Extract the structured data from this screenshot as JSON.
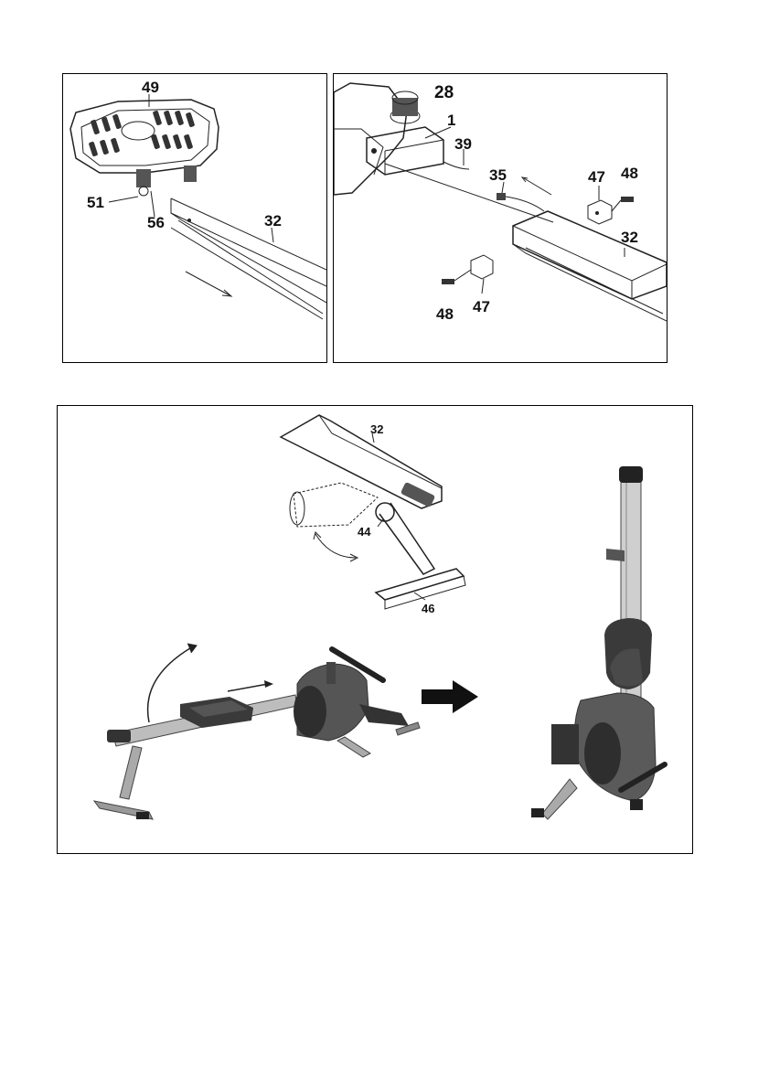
{
  "panel_a": {
    "callouts": {
      "seat": "49",
      "bolt": "51",
      "wheel": "56",
      "rail": "32"
    }
  },
  "panel_b": {
    "callouts": {
      "knob": "28",
      "frame": "1",
      "cable": "39",
      "sensor": "35",
      "cap_right": "47",
      "screw_right": "48",
      "rail": "32",
      "cap_left": "47",
      "screw_left": "48"
    }
  },
  "panel_c": {
    "callouts": {
      "rail": "32",
      "hinge": "44",
      "foot": "46"
    }
  },
  "colors": {
    "line": "#222222",
    "fill_light": "#f4f4f4",
    "fill_dark": "#3a3a3a",
    "metal": "#b8b8b8"
  }
}
